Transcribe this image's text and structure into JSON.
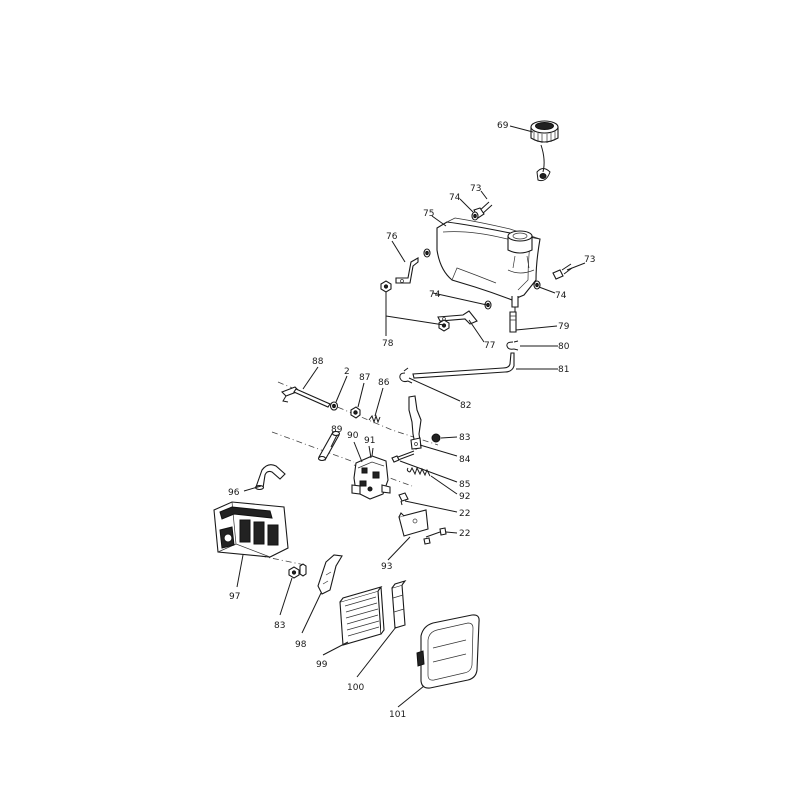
{
  "labels": {
    "l69": "69",
    "l73a": "73",
    "l74a": "74",
    "l75": "75",
    "l76": "76",
    "l73b": "73",
    "l74b": "74",
    "l74c": "74",
    "l78": "78",
    "l77": "77",
    "l79": "79",
    "l80": "80",
    "l81": "81",
    "l88": "88",
    "l2": "2",
    "l87": "87",
    "l86": "86",
    "l82": "82",
    "l89": "89",
    "l90": "90",
    "l91": "91",
    "l83a": "83",
    "l84": "84",
    "l85": "85",
    "l92": "92",
    "l96": "96",
    "l22a": "22",
    "l22b": "22",
    "l93": "93",
    "l97": "97",
    "l83b": "83",
    "l98": "98",
    "l99": "99",
    "l100": "100",
    "l101": "101"
  }
}
